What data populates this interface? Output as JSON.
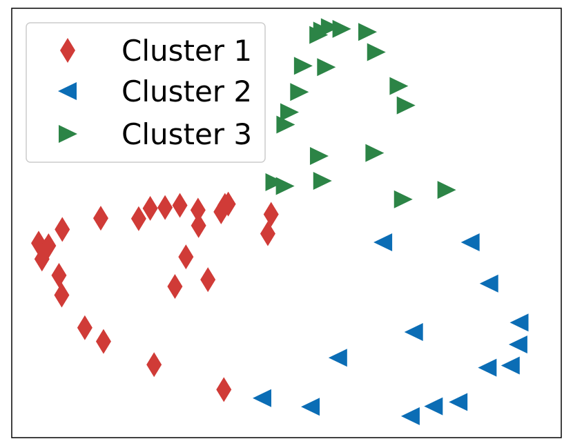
{
  "chart_data": {
    "type": "scatter",
    "title": "",
    "xlabel": "",
    "ylabel": "",
    "xlim": [
      0,
      100
    ],
    "ylim": [
      0,
      100
    ],
    "grid": false,
    "show_ticks": false,
    "legend": {
      "placement": "top-left"
    },
    "series": [
      {
        "name": "Cluster 1",
        "marker": "thin-diamond",
        "color": "#d03b37",
        "points": [
          {
            "x": 4.9,
            "y": 45.3
          },
          {
            "x": 5.5,
            "y": 41.6
          },
          {
            "x": 6.7,
            "y": 44.7
          },
          {
            "x": 6.1,
            "y": 43.5
          },
          {
            "x": 9.2,
            "y": 48.5
          },
          {
            "x": 8.6,
            "y": 37.8
          },
          {
            "x": 9.1,
            "y": 33.2
          },
          {
            "x": 13.3,
            "y": 25.6
          },
          {
            "x": 16.7,
            "y": 22.4
          },
          {
            "x": 16.2,
            "y": 51.1
          },
          {
            "x": 23.1,
            "y": 51.0
          },
          {
            "x": 25.2,
            "y": 53.4
          },
          {
            "x": 27.9,
            "y": 53.6
          },
          {
            "x": 30.6,
            "y": 54.1
          },
          {
            "x": 33.9,
            "y": 53.0
          },
          {
            "x": 34.0,
            "y": 49.4
          },
          {
            "x": 31.7,
            "y": 42.1
          },
          {
            "x": 29.7,
            "y": 35.2
          },
          {
            "x": 35.7,
            "y": 36.8
          },
          {
            "x": 38.1,
            "y": 52.6
          },
          {
            "x": 38.8,
            "y": 54.1
          },
          {
            "x": 39.4,
            "y": 54.4
          },
          {
            "x": 47.2,
            "y": 52.0
          },
          {
            "x": 46.6,
            "y": 47.5
          },
          {
            "x": 25.9,
            "y": 17.0
          },
          {
            "x": 38.6,
            "y": 11.2
          }
        ]
      },
      {
        "name": "Cluster 2",
        "marker": "triangle-left",
        "color": "#0b6db5",
        "points": [
          {
            "x": 67.6,
            "y": 45.5
          },
          {
            "x": 83.5,
            "y": 45.5
          },
          {
            "x": 86.9,
            "y": 35.9
          },
          {
            "x": 92.4,
            "y": 26.8
          },
          {
            "x": 92.2,
            "y": 21.7
          },
          {
            "x": 90.8,
            "y": 16.8
          },
          {
            "x": 86.6,
            "y": 16.3
          },
          {
            "x": 73.2,
            "y": 24.6
          },
          {
            "x": 59.4,
            "y": 18.6
          },
          {
            "x": 45.6,
            "y": 9.2
          },
          {
            "x": 54.4,
            "y": 7.2
          },
          {
            "x": 72.6,
            "y": 5.0
          },
          {
            "x": 76.8,
            "y": 7.3
          },
          {
            "x": 81.3,
            "y": 8.3
          }
        ]
      },
      {
        "name": "Cluster 3",
        "marker": "triangle-right",
        "color": "#2c8446",
        "points": [
          {
            "x": 55.8,
            "y": 93.8
          },
          {
            "x": 57.9,
            "y": 95.6
          },
          {
            "x": 60.0,
            "y": 95.2
          },
          {
            "x": 56.5,
            "y": 94.8
          },
          {
            "x": 64.7,
            "y": 94.5
          },
          {
            "x": 66.3,
            "y": 89.8
          },
          {
            "x": 53.0,
            "y": 86.6
          },
          {
            "x": 57.2,
            "y": 86.3
          },
          {
            "x": 52.3,
            "y": 80.5
          },
          {
            "x": 70.4,
            "y": 81.9
          },
          {
            "x": 71.7,
            "y": 77.4
          },
          {
            "x": 50.5,
            "y": 75.8
          },
          {
            "x": 49.8,
            "y": 72.9
          },
          {
            "x": 55.9,
            "y": 65.6
          },
          {
            "x": 66.0,
            "y": 66.3
          },
          {
            "x": 47.8,
            "y": 59.5
          },
          {
            "x": 49.7,
            "y": 58.6
          },
          {
            "x": 56.5,
            "y": 59.8
          },
          {
            "x": 71.2,
            "y": 55.5
          },
          {
            "x": 79.1,
            "y": 57.7
          }
        ]
      }
    ]
  }
}
